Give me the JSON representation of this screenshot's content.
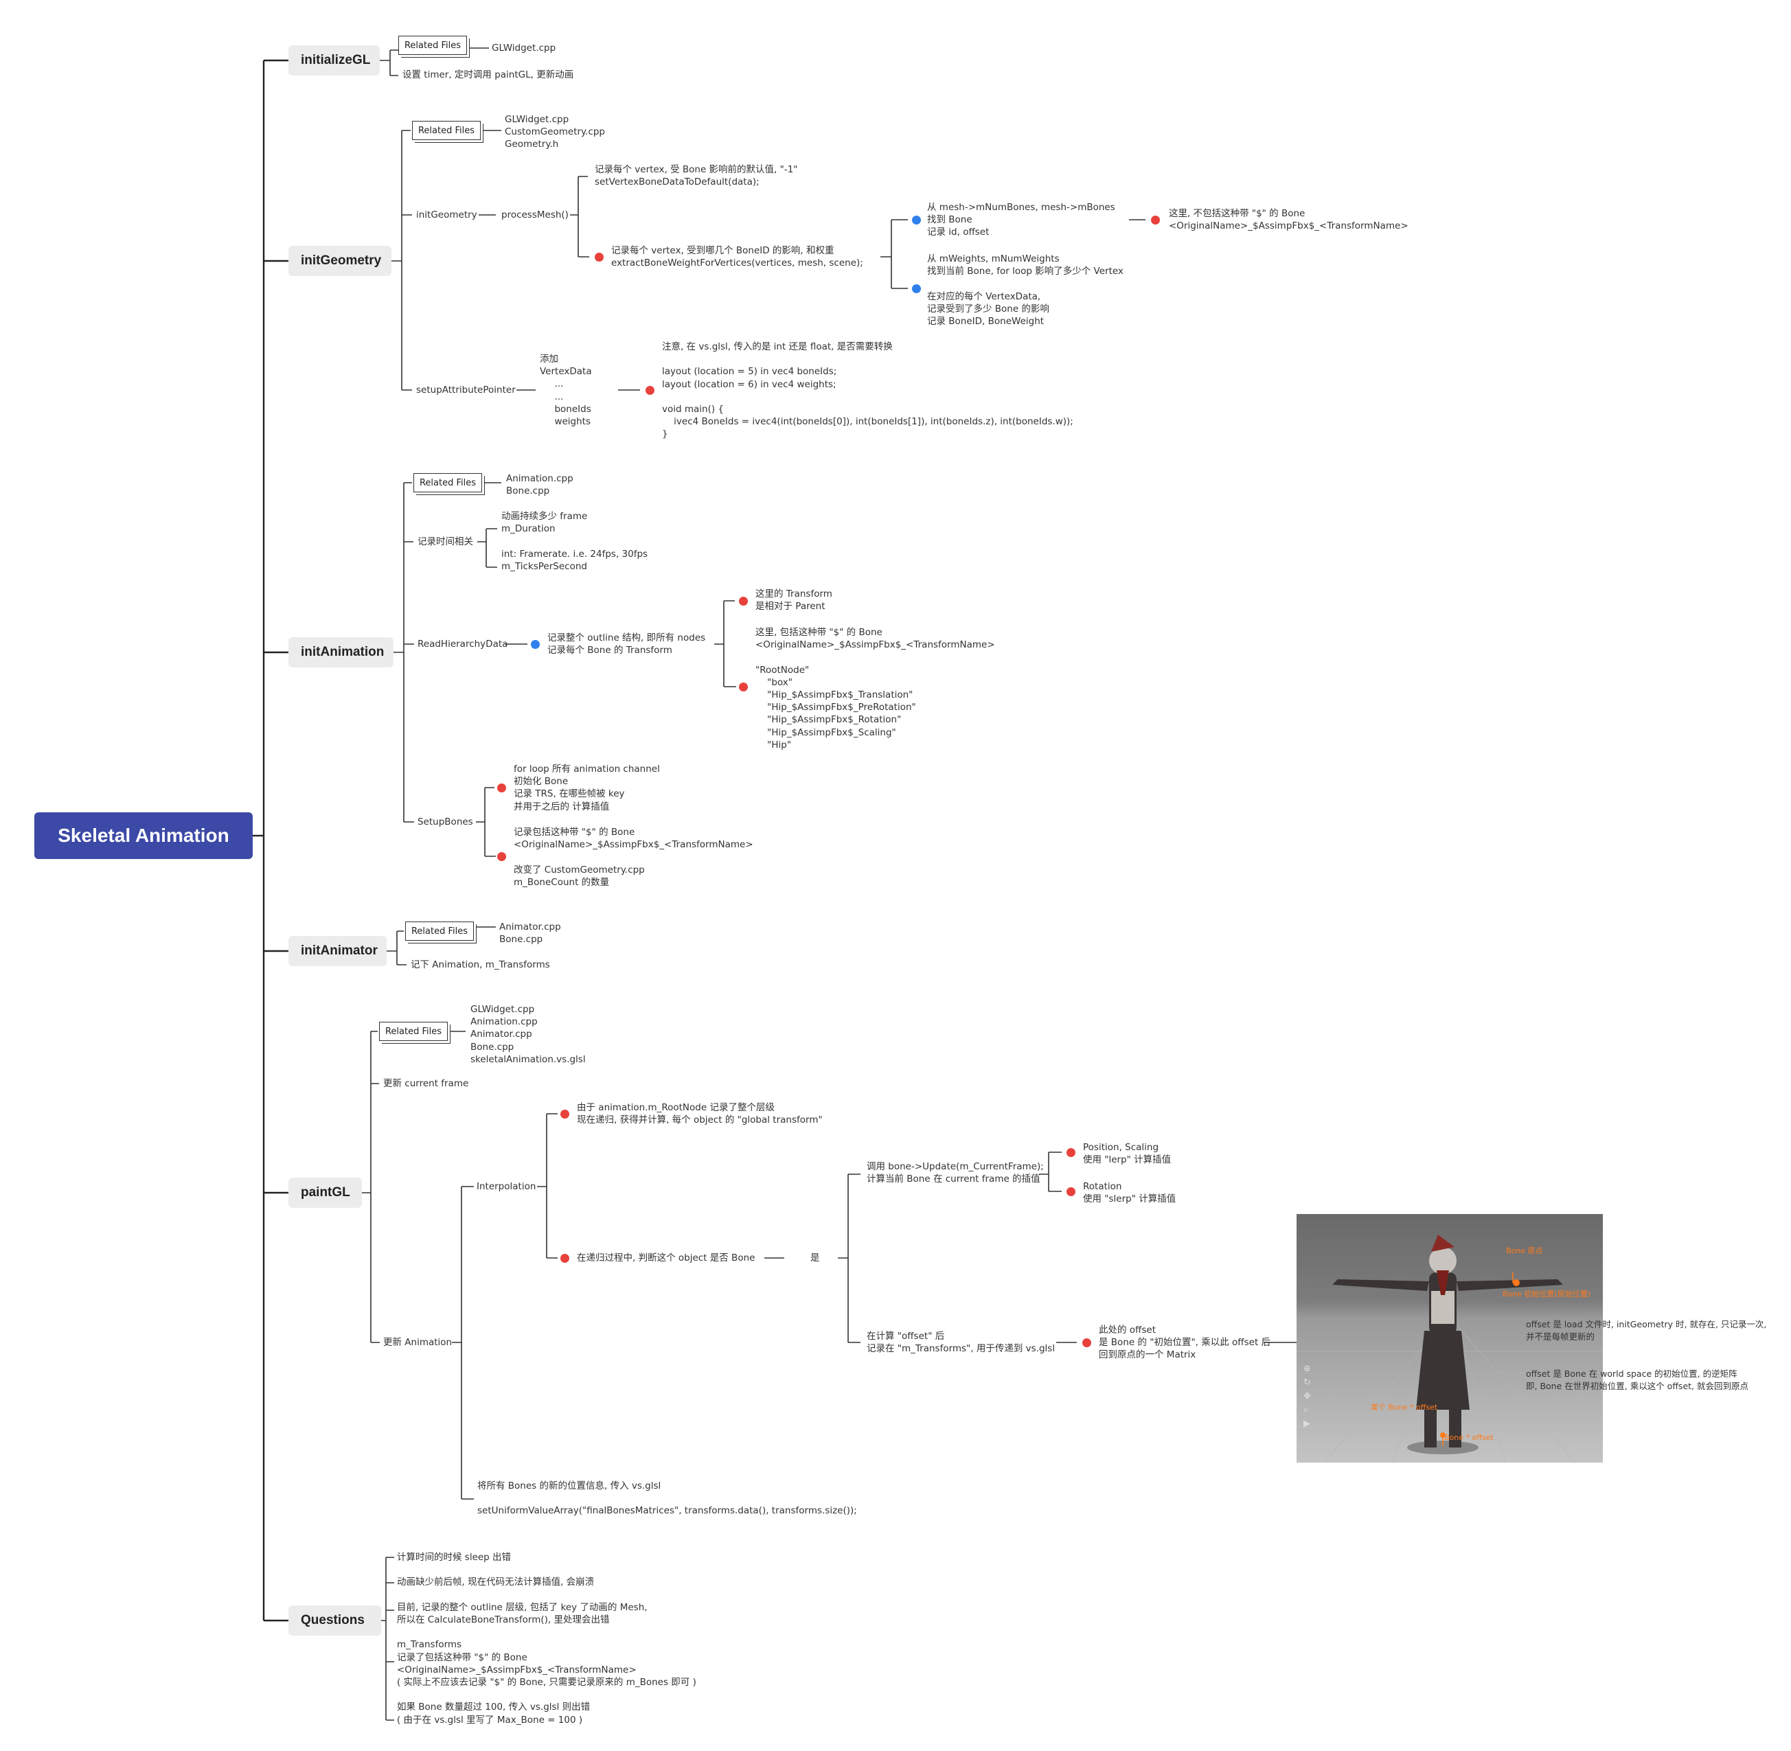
{
  "root": "Skeletal Animation",
  "topics": {
    "initializeGL": "initializeGL",
    "initGeometry": "initGeometry",
    "initAnimation": "initAnimation",
    "initAnimator": "initAnimator",
    "paintGL": "paintGL",
    "questions": "Questions"
  },
  "related_files_label": "Related Files",
  "initializeGL": {
    "files": "GLWidget.cpp",
    "timer": "设置 timer, 定时调用 paintGL, 更新动画"
  },
  "initGeometry": {
    "files": "GLWidget.cpp\nCustomGeometry.cpp\nGeometry.h",
    "init_geometry": "initGeometry",
    "process_mesh": "processMesh()",
    "default_note": "记录每个 vertex, 受 Bone 影响前的默认值, \"-1\"\nsetVertexBoneDataToDefault(data);",
    "extract_note": "记录每个 vertex, 受到哪几个 BoneID 的影响, 和权重\nextractBoneWeightForVertices(vertices, mesh, scene);",
    "mesh_bones": "从 mesh->mNumBones, mesh->mBones\n找到 Bone\n记录 id, offset",
    "not_include": "这里, 不包括这种带 \"$\" 的 Bone\n<OriginalName>_$AssimpFbx$_<TransformName>",
    "weights_note": "从 mWeights, mNumWeights\n找到当前 Bone, for loop 影响了多少个 Vertex\n\n在对应的每个 VertexData,\n记录受到了多少 Bone 的影响\n记录 BoneID, BoneWeight",
    "setup_attr": "setupAttributePointer",
    "add_vertexdata": "添加\nVertexData\n     ...\n     ...\n     boneIds\n     weights",
    "glsl_note": "注意, 在 vs.glsl, 传入的是 int 还是 float, 是否需要转换\n\nlayout (location = 5) in vec4 boneIds;\nlayout (location = 6) in vec4 weights;\n\nvoid main() {\n    ivec4 BoneIds = ivec4(int(boneIds[0]), int(boneIds[1]), int(boneIds.z), int(boneIds.w));\n}"
  },
  "initAnimation": {
    "files": "Animation.cpp\nBone.cpp",
    "time_related": "记录时间相关",
    "duration_note": "动画持续多少 frame\nm_Duration\n\nint: Framerate. i.e. 24fps, 30fps\nm_TicksPerSecond",
    "read_hierarchy": "ReadHierarchyData",
    "outline_note": "记录整个 outline 结构, 即所有 nodes\n记录每个 Bone 的 Transform",
    "relative_parent": "这里的 Transform\n是相对于 Parent",
    "include_note": "这里, 包括这种带 \"$\" 的 Bone\n<OriginalName>_$AssimpFbx$_<TransformName>\n\n\"RootNode\"\n    \"box\"\n    \"Hip_$AssimpFbx$_Translation\"\n    \"Hip_$AssimpFbx$_PreRotation\"\n    \"Hip_$AssimpFbx$_Rotation\"\n    \"Hip_$AssimpFbx$_Scaling\"\n    \"Hip\"",
    "setup_bones": "SetupBones",
    "setup_note_1": "for loop 所有 animation channel\n初始化 Bone\n记录 TRS, 在哪些帧被 key\n并用于之后的 计算插值",
    "setup_note_2": "记录包括这种带 \"$\" 的 Bone\n<OriginalName>_$AssimpFbx$_<TransformName>\n\n改变了 CustomGeometry.cpp\nm_BoneCount 的数量"
  },
  "initAnimator": {
    "files": "Animator.cpp\nBone.cpp",
    "note": "记下 Animation, m_Transforms"
  },
  "paintGL": {
    "files": "GLWidget.cpp\nAnimation.cpp\nAnimator.cpp\nBone.cpp\nskeletalAnimation.vs.glsl",
    "update_frame": "更新 current frame",
    "update_animation": "更新 Animation",
    "interpolation": "Interpolation",
    "recursive_note": "由于 animation.m_RootNode 记录了整个层级\n现在递归, 获得并计算, 每个 object 的 \"global transform\"",
    "is_bone_note": "在递归过程中, 判断这个 object 是否 Bone",
    "yes": "是",
    "bone_update": "调用 bone->Update(m_CurrentFrame);\n计算当前 Bone 在 current frame 的插值",
    "pos_scale": "Position, Scaling\n使用 \"lerp\" 计算插值",
    "rotation": "Rotation\n使用 \"slerp\" 计算插值",
    "offset_calc": "在计算 \"offset\" 后\n记录在 \"m_Transforms\", 用于传递到 vs.glsl",
    "offset_note": "此处的 offset\n是 Bone 的 \"初始位置\", 乘以此 offset 后\n回到原点的一个 Matrix",
    "offset_desc": "offset 是 load 文件时, initGeometry 时, 就存在, 只记录一次,\n并不是每帧更新的\n\n\noffset 是 Bone 在 world space 的初始位置, 的逆矩阵\n即, Bone 在世界初始位置, 乘以这个 offset, 就会回到原点",
    "send_bones": "将所有 Bones 的新的位置信息, 传入 vs.glsl\n\nsetUniformValueArray(\"finalBonesMatrices\", transforms.data(), transforms.size());",
    "figure": {
      "ann_top": "Bone 原点",
      "ann_right": "Bone 初始位置(原始位置)",
      "ann_left": "某个 Bone * offset",
      "ann_bottom": "Bone * offset"
    }
  },
  "questions": {
    "note": "计算时间的时候 sleep 出错\n\n动画缺少前后帧, 现在代码无法计算插值, 会崩溃\n\n目前, 记录的整个 outline 层级, 包括了 key 了动画的 Mesh,\n所以在 CalculateBoneTransform(), 里处理会出错\n\nm_Transforms\n记录了包括这种带 \"$\" 的 Bone\n<OriginalName>_$AssimpFbx$_<TransformName>\n( 实际上不应该去记录 \"$\" 的 Bone, 只需要记录原来的 m_Bones 即可 )\n\n如果 Bone 数量超过 100, 传入 vs.glsl 则出错\n( 由于在 vs.glsl 里写了 Max_Bone = 100 )"
  },
  "colors": {
    "root": "#3c49a6",
    "topic_bg": "#ececec",
    "line": "#222222",
    "red_marker": "#e8413b",
    "blue_marker": "#2f80ed",
    "annotation": "#ff7a1c"
  }
}
